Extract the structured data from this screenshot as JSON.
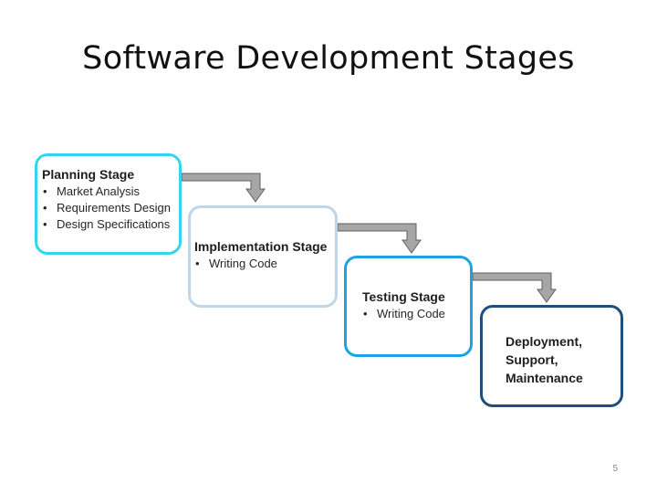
{
  "title": "Software Development Stages",
  "stages": [
    {
      "title": "Planning Stage",
      "items": [
        "Market Analysis",
        "Requirements Design",
        "Design Specifications"
      ],
      "border_color": "#34d6ee"
    },
    {
      "title": "Implementation Stage",
      "items": [
        "Writing Code"
      ],
      "border_color": "#bfd5ea"
    },
    {
      "title": "Testing Stage",
      "items": [
        "Writing Code"
      ],
      "border_color": "#1ba4e4"
    },
    {
      "title_lines": [
        "Deployment,",
        "Support,",
        "Maintenance"
      ],
      "border_color": "#1f4e79"
    }
  ],
  "arrow_color": "#a6a6a6",
  "page_number": "5"
}
